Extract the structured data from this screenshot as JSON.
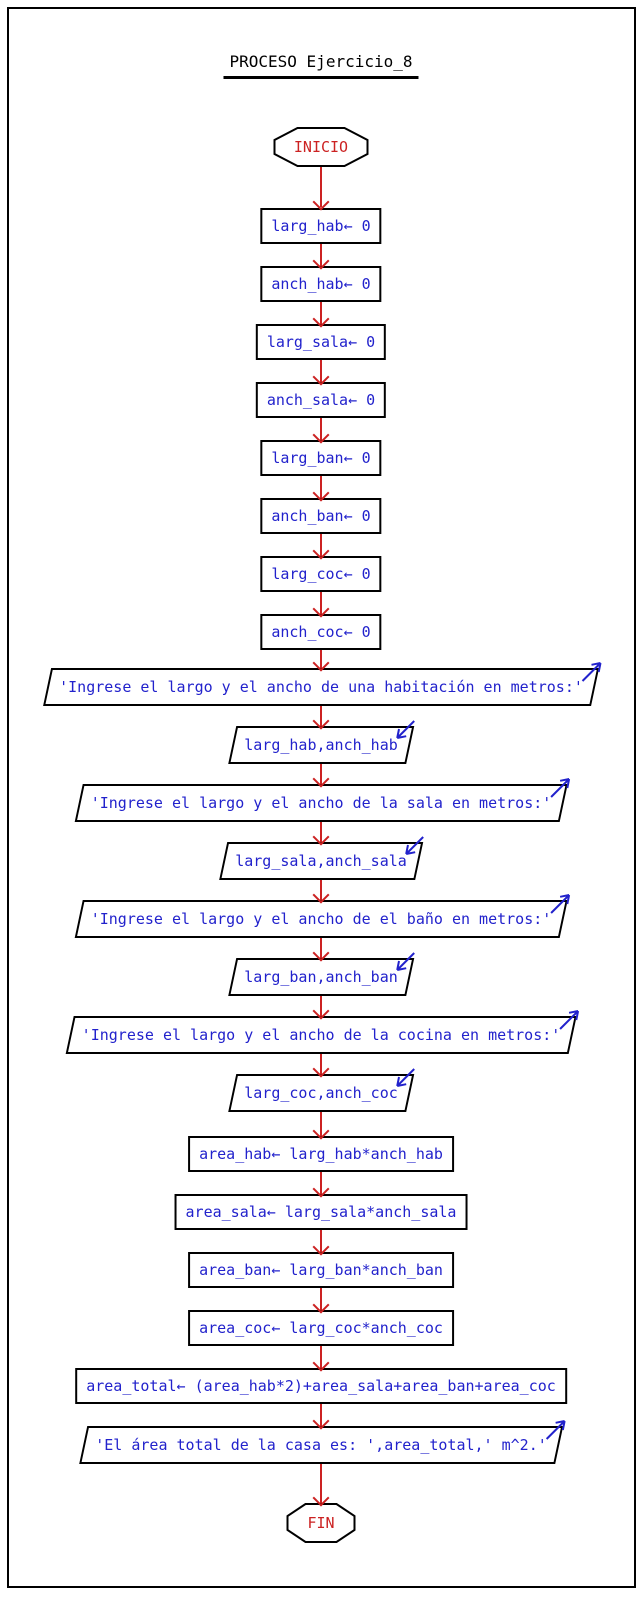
{
  "title": "PROCESO Ejercicio_8",
  "diagram_type": "pseint-flowchart",
  "colors": {
    "background": "#ffffff",
    "shape_border": "#000000",
    "statement_text": "#2222cc",
    "terminal_text": "#cc2222",
    "flow_arrow": "#cc2222",
    "io_corner_arrow": "#2222cc"
  },
  "icons": {
    "output": "arrow-up-right-icon",
    "input": "arrow-down-left-icon"
  },
  "nodes": [
    {
      "type": "start",
      "text": "INICIO"
    },
    {
      "type": "assign",
      "text": "larg_hab← 0"
    },
    {
      "type": "assign",
      "text": "anch_hab← 0"
    },
    {
      "type": "assign",
      "text": "larg_sala← 0"
    },
    {
      "type": "assign",
      "text": "anch_sala← 0"
    },
    {
      "type": "assign",
      "text": "larg_ban← 0"
    },
    {
      "type": "assign",
      "text": "anch_ban← 0"
    },
    {
      "type": "assign",
      "text": "larg_coc← 0"
    },
    {
      "type": "assign",
      "text": "anch_coc← 0"
    },
    {
      "type": "output",
      "text": "'Ingrese el largo y el ancho de una habitación en metros:'"
    },
    {
      "type": "input",
      "text": "larg_hab,anch_hab"
    },
    {
      "type": "output",
      "text": "'Ingrese el largo y el ancho de la sala en metros:'"
    },
    {
      "type": "input",
      "text": "larg_sala,anch_sala"
    },
    {
      "type": "output",
      "text": "'Ingrese el largo y el ancho de el baño en metros:'"
    },
    {
      "type": "input",
      "text": "larg_ban,anch_ban"
    },
    {
      "type": "output",
      "text": "'Ingrese el largo y el ancho de la cocina en metros:'"
    },
    {
      "type": "input",
      "text": "larg_coc,anch_coc"
    },
    {
      "type": "process",
      "text": "area_hab← larg_hab*anch_hab"
    },
    {
      "type": "process",
      "text": "area_sala← larg_sala*anch_sala"
    },
    {
      "type": "process",
      "text": "area_ban← larg_ban*anch_ban"
    },
    {
      "type": "process",
      "text": "area_coc← larg_coc*anch_coc"
    },
    {
      "type": "process",
      "text": "area_total← (area_hab*2)+area_sala+area_ban+area_coc"
    },
    {
      "type": "output",
      "text": "'El área total de la casa es: ',area_total,' m^2.'"
    },
    {
      "type": "end",
      "text": "FIN"
    }
  ]
}
